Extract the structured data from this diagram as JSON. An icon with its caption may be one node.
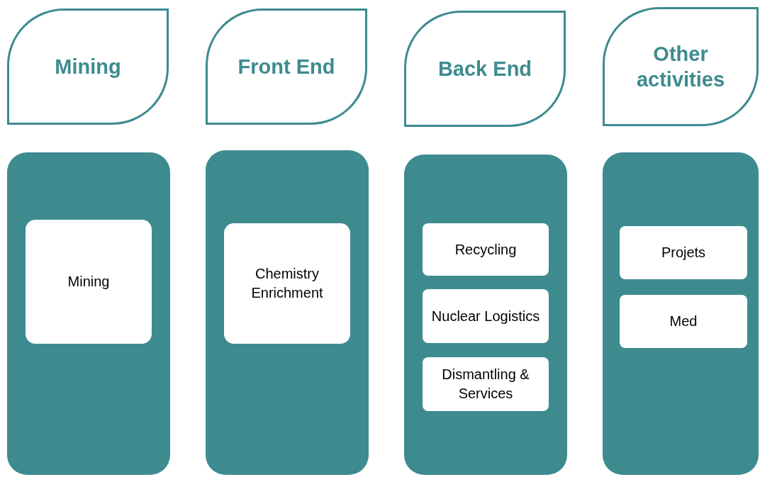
{
  "diagram": {
    "nodes": [
      {
        "text": [
          "Mining"
        ]
      },
      {
        "text": [
          "Front End"
        ]
      },
      {
        "text": [
          "Back End"
        ]
      },
      {
        "text": [
          "Other activities"
        ]
      },
      {
        "text": [],
        "shape": "box"
      },
      {
        "text": [
          "Mining"
        ],
        "in": 4
      },
      {
        "text": [],
        "shape": "box"
      },
      {
        "text": [
          "Chemistry Enrichment"
        ],
        "in": 6
      },
      {
        "text": [],
        "shape": "box"
      },
      {
        "text": [
          "Recycling"
        ],
        "in": 8
      },
      {
        "text": [
          "Nuclear Logistics"
        ],
        "in": 8
      },
      {
        "text": [
          "Dismantling & Services"
        ],
        "in": 8
      },
      {
        "text": [],
        "shape": "box"
      },
      {
        "text": [
          "Projets"
        ],
        "in": 12
      },
      {
        "text": [
          "Med"
        ],
        "in": 12
      }
    ]
  }
}
